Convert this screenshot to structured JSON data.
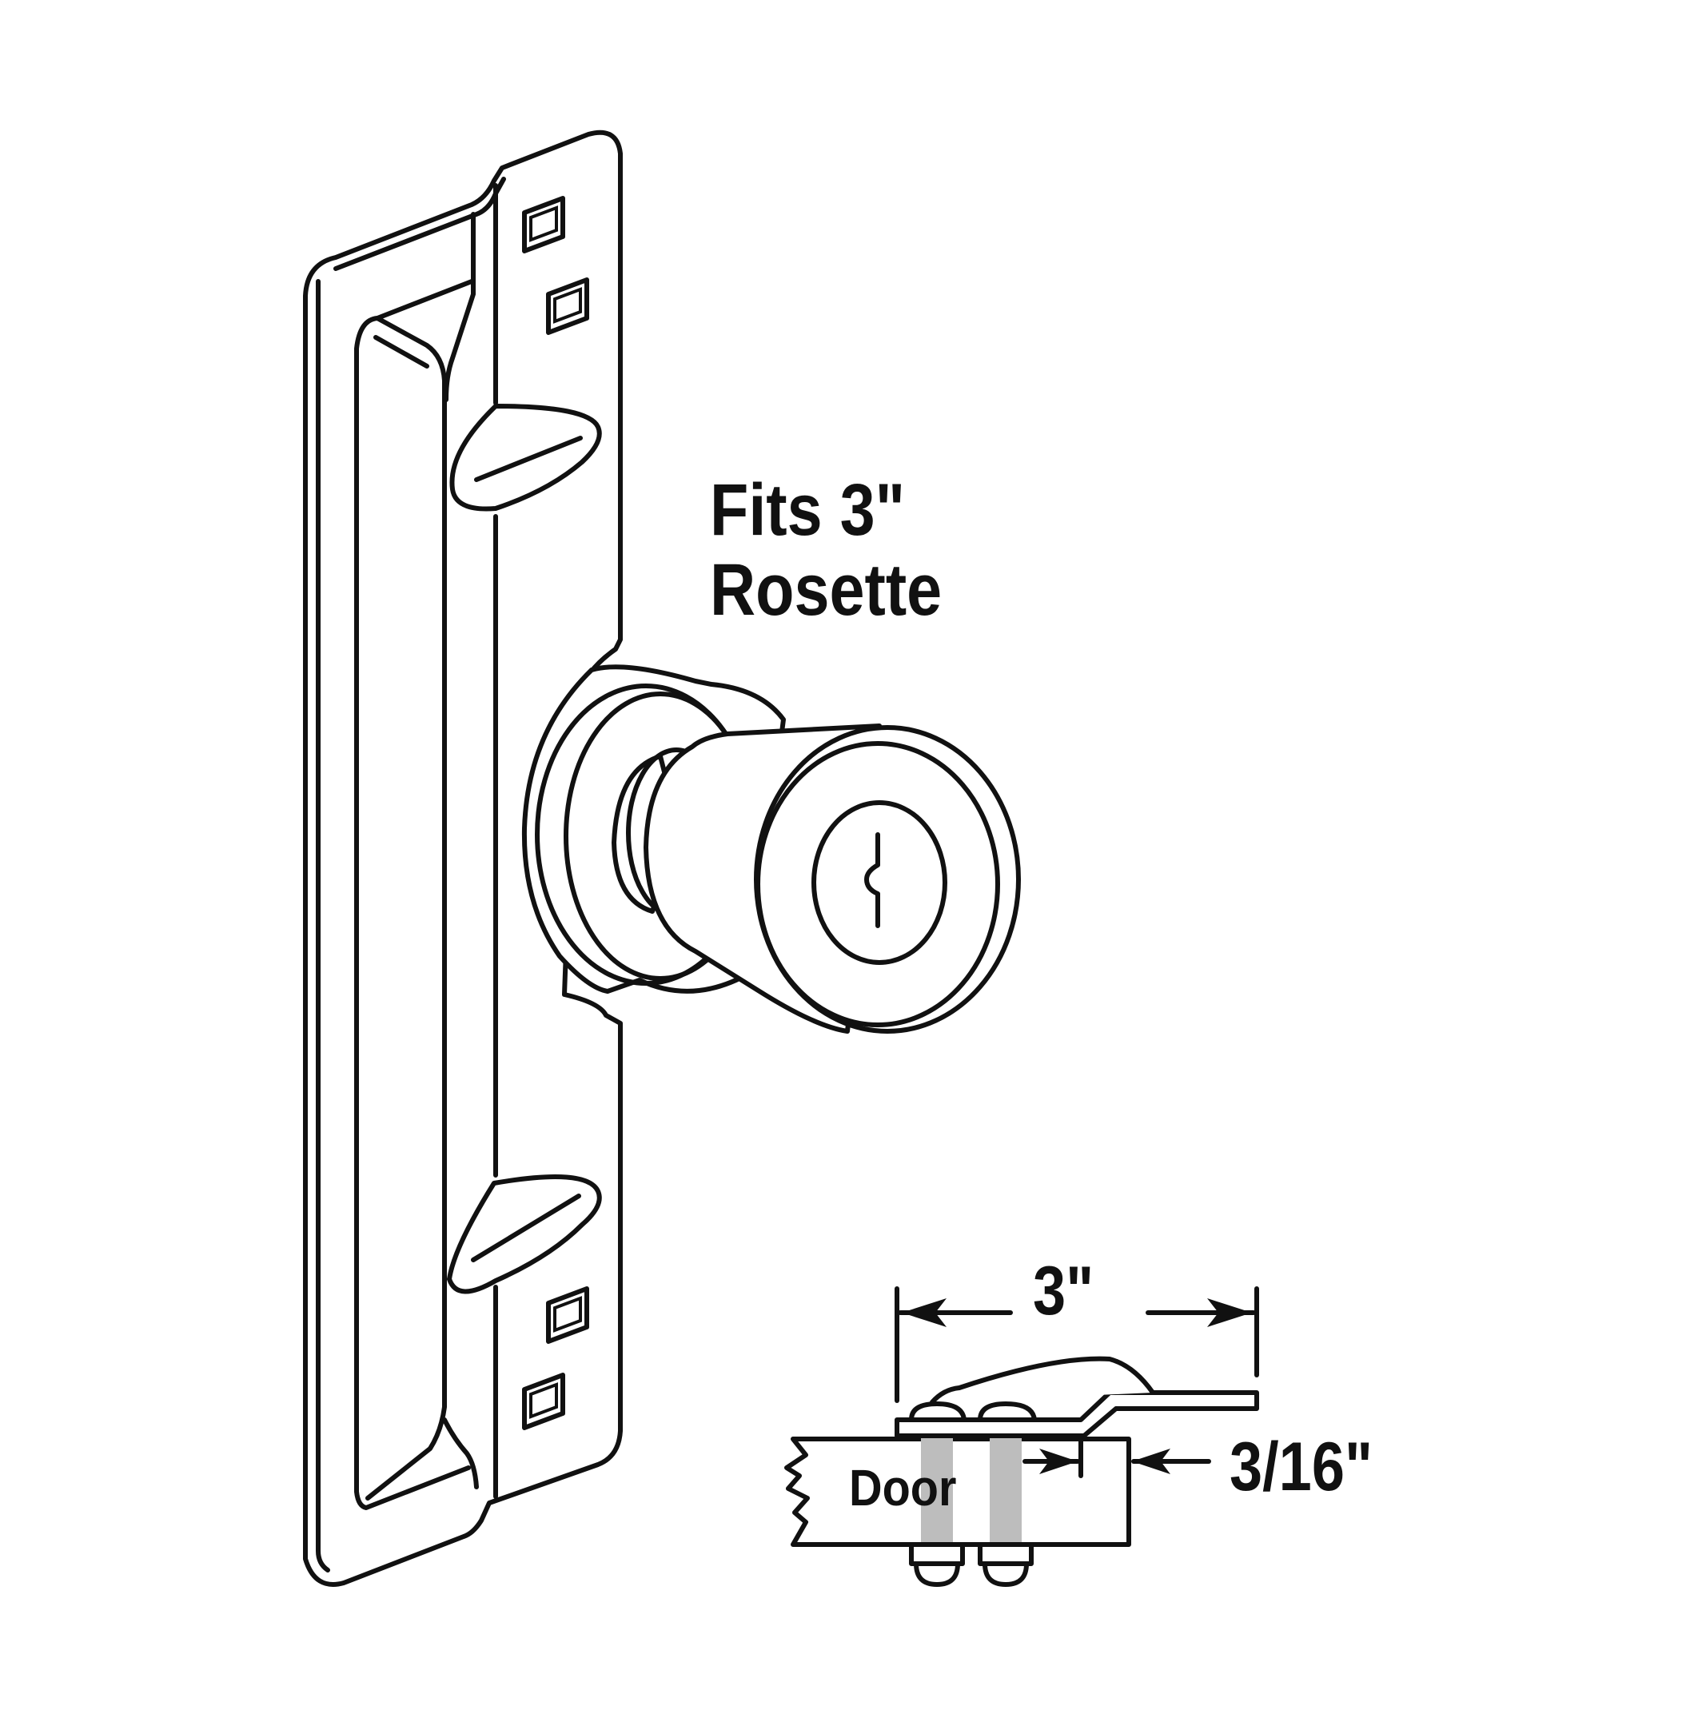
{
  "callout": {
    "line1": "Fits 3\"",
    "line2": "Rosette"
  },
  "dimensions": {
    "width": "3\"",
    "thickness": "3/16\""
  },
  "section": {
    "door_label": "Door"
  },
  "colors": {
    "line": "#111111",
    "bolt": "#bdbdbd",
    "background": "#ffffff"
  }
}
